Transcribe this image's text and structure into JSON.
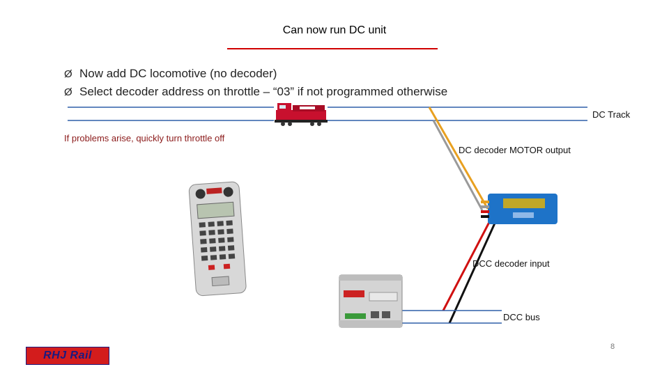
{
  "title": "Can now run DC unit",
  "bullets": [
    "Now add DC locomotive (no decoder)",
    "Select decoder address on throttle – “03” if not programmed otherwise"
  ],
  "bullet_marker": "Ø",
  "warning": "If problems arise, quickly turn throttle off",
  "labels": {
    "dc_track": "DC Track",
    "motor_output": "DC decoder MOTOR output",
    "dcc_input": "DCC decoder input",
    "dcc_bus": "DCC bus"
  },
  "page_number": "8",
  "logo_text": "RHJ Rail",
  "colors": {
    "title_rule": "#d00000",
    "track_lines": "#2f5fa8",
    "motor_wire_orange": "#e8a020",
    "motor_wire_gray": "#9a9a9a",
    "dcc_wire_red": "#d01010",
    "dcc_wire_black": "#111111",
    "warning_text": "#8b1a1a",
    "locomotive_body": "#c8102e",
    "decoder_body": "#1e73c8"
  },
  "icons": [
    "locomotive-image",
    "throttle-image",
    "decoder-image",
    "command-station-image"
  ]
}
